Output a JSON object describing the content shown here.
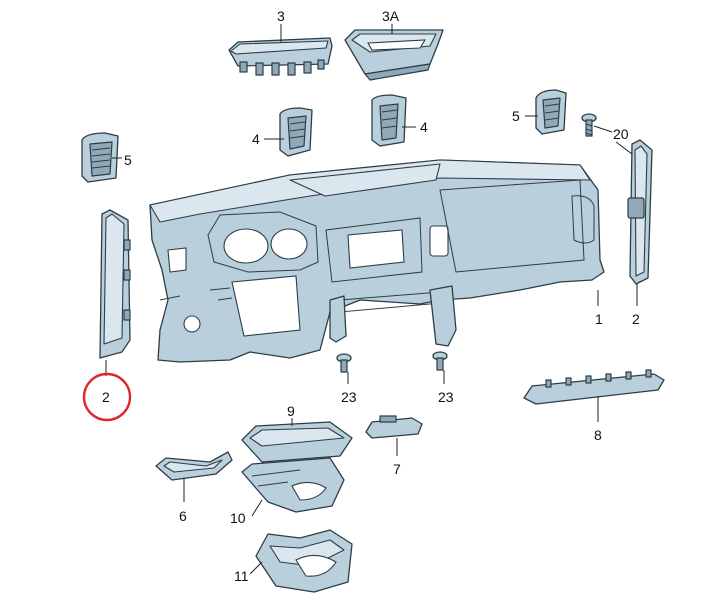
{
  "labels": {
    "part_3": "3",
    "part_3A": "3A",
    "part_5_left": "5",
    "part_4_left": "4",
    "part_4_right": "4",
    "part_5_right": "5",
    "part_20": "20",
    "part_2_left": "2",
    "part_1": "1",
    "part_2_right": "2",
    "part_23_left": "23",
    "part_23_right": "23",
    "part_8": "8",
    "part_9": "9",
    "part_7": "7",
    "part_6": "6",
    "part_10": "10",
    "part_11": "11"
  },
  "highlight": {
    "color": "#e0262b",
    "target": "part_2_left"
  }
}
